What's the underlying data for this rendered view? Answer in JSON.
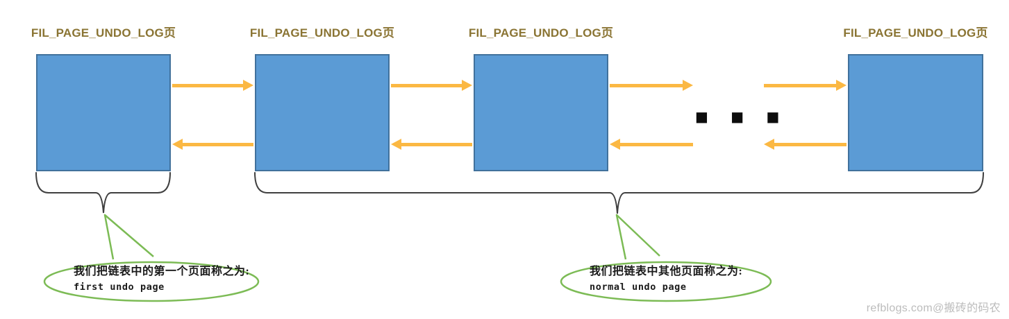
{
  "pages": [
    {
      "label": "FIL_PAGE_UNDO_LOG页"
    },
    {
      "label": "FIL_PAGE_UNDO_LOG页"
    },
    {
      "label": "FIL_PAGE_UNDO_LOG页"
    },
    {
      "label": "FIL_PAGE_UNDO_LOG页"
    }
  ],
  "ellipsis": "■ ■ ■",
  "callouts": [
    {
      "line1": "我们把链表中的第一个页面称之为:",
      "line2": "first undo page"
    },
    {
      "line1": "我们把链表中其他页面称之为:",
      "line2": "normal undo page"
    }
  ],
  "watermark": "refblogs.com@搬砖的码农",
  "colors": {
    "box_fill": "#5b9bd5",
    "box_border": "#41719c",
    "arrow": "#fbb843",
    "label_text": "#8a7433",
    "brace": "#3f3f3f",
    "callout_outline": "#7cbb55"
  }
}
